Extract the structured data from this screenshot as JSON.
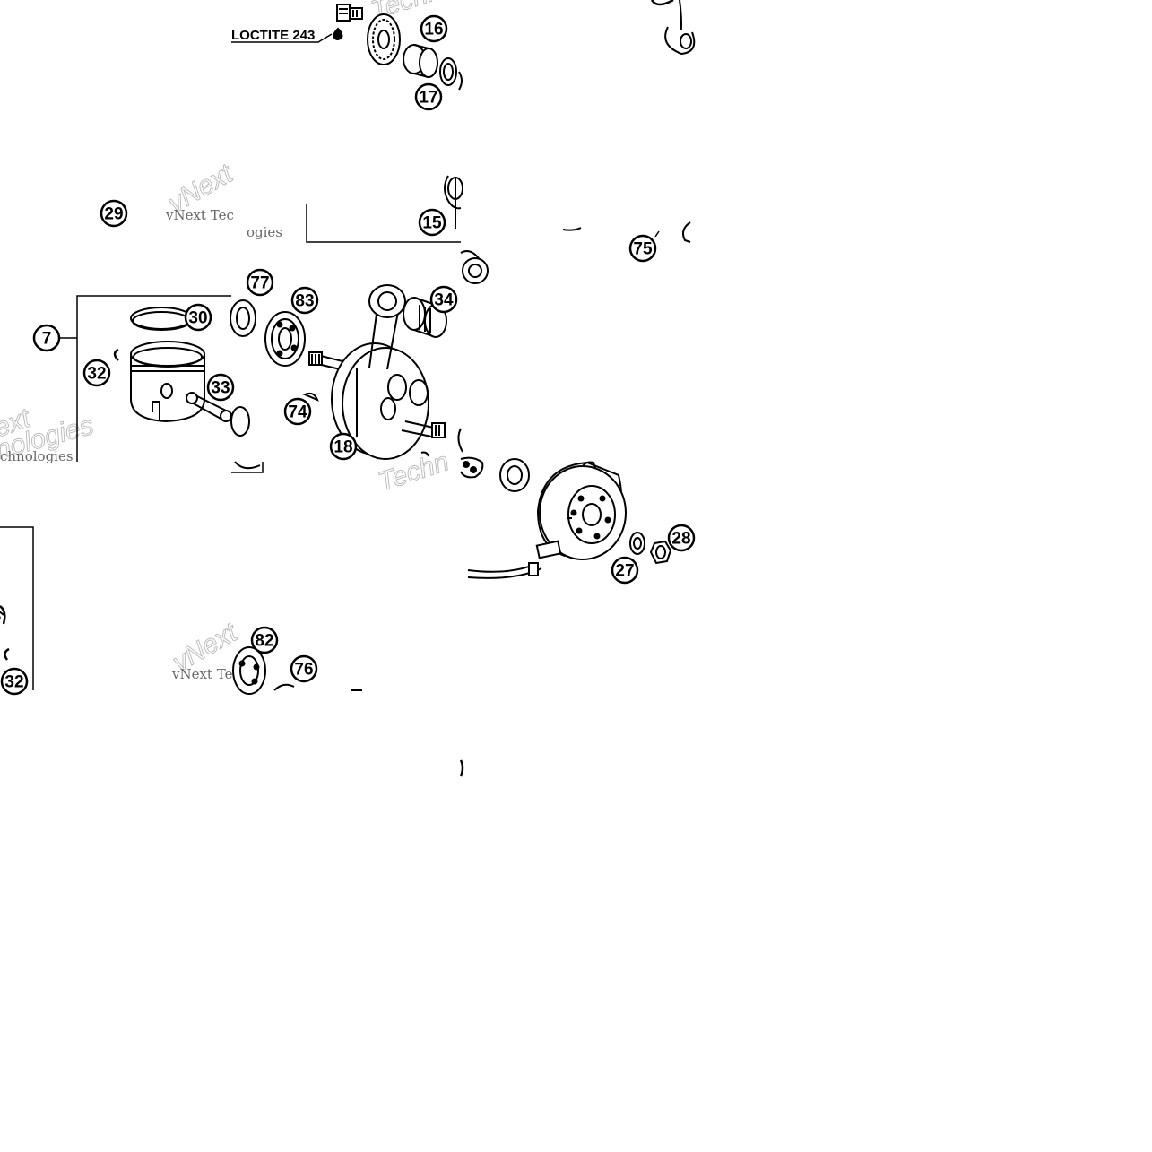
{
  "annotation": {
    "loctite": "LOCTITE 243"
  },
  "watermark": {
    "brand": "vNext",
    "word1": "Techno",
    "word2": "nologies",
    "word3": "Techn",
    "full": "vNext Tec"
  },
  "parts": [
    {
      "id": "16",
      "label": "16"
    },
    {
      "id": "17",
      "label": "17"
    },
    {
      "id": "29",
      "label": "29"
    },
    {
      "id": "15",
      "label": "15"
    },
    {
      "id": "75",
      "label": "75"
    },
    {
      "id": "7",
      "label": "7"
    },
    {
      "id": "30",
      "label": "30"
    },
    {
      "id": "32",
      "label": "32"
    },
    {
      "id": "33",
      "label": "33"
    },
    {
      "id": "77",
      "label": "77"
    },
    {
      "id": "83",
      "label": "83"
    },
    {
      "id": "34",
      "label": "34"
    },
    {
      "id": "74",
      "label": "74"
    },
    {
      "id": "18",
      "label": "18"
    },
    {
      "id": "28",
      "label": "28"
    },
    {
      "id": "27",
      "label": "27"
    },
    {
      "id": "82",
      "label": "82"
    },
    {
      "id": "76",
      "label": "76"
    },
    {
      "id": "32b",
      "label": "32"
    }
  ]
}
